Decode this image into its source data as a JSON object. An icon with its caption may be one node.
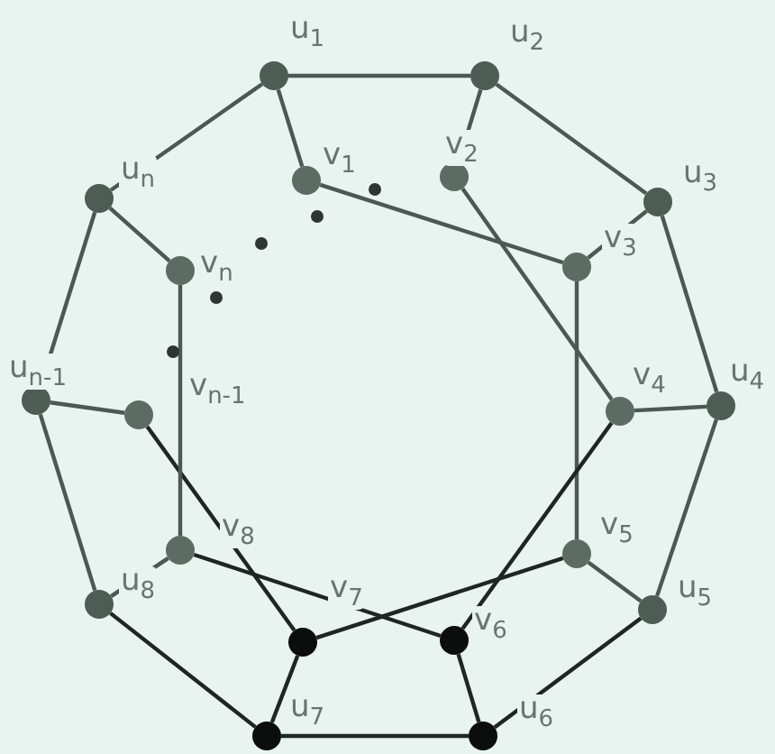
{
  "diagram": {
    "nodes": [
      {
        "text": [],
        "shape": "circle",
        "beside": [
          "u$_{1}$"
        ]
      },
      {
        "text": [],
        "shape": "circle",
        "beside": [
          "u$_{2}$"
        ]
      },
      {
        "text": [],
        "shape": "circle",
        "beside": [
          "u$_{3}$"
        ]
      },
      {
        "text": [],
        "shape": "circle",
        "beside": [
          "u$_{4}$"
        ]
      },
      {
        "text": [],
        "shape": "circle",
        "beside": [
          "u$_{5}$"
        ]
      },
      {
        "text": [],
        "shape": "circle",
        "beside": [
          "u$_{6}$"
        ]
      },
      {
        "text": [],
        "shape": "circle",
        "beside": [
          "u$_{7}$"
        ]
      },
      {
        "text": [],
        "shape": "circle",
        "beside": [
          "u$_{8}$"
        ]
      },
      {
        "text": [],
        "shape": "circle",
        "beside": [
          "u$_{n-1}$"
        ]
      },
      {
        "text": [],
        "shape": "circle",
        "beside": [
          "u$_{n}$"
        ]
      },
      {
        "text": [],
        "shape": "circle",
        "beside": [
          "v$_{1}$"
        ]
      },
      {
        "text": [],
        "shape": "circle",
        "beside": [
          "v$_{2}$"
        ]
      },
      {
        "text": [],
        "shape": "circle",
        "beside": [
          "v$_{3}$"
        ]
      },
      {
        "text": [],
        "shape": "circle",
        "beside": [
          "v$_{4}$"
        ]
      },
      {
        "text": [],
        "shape": "circle",
        "beside": [
          "v$_{5}$"
        ]
      },
      {
        "text": [],
        "shape": "circle",
        "beside": [
          "v$_{6}$"
        ]
      },
      {
        "text": [],
        "shape": "circle",
        "beside": [
          "v$_{7}$"
        ]
      },
      {
        "text": [],
        "shape": "circle",
        "beside": [
          "v$_{8}$"
        ]
      },
      {
        "text": [],
        "shape": "circle",
        "beside": [
          "v$_{n-1}$"
        ]
      },
      {
        "text": [],
        "shape": "circle",
        "beside": [
          "v$_{n}$"
        ]
      }
    ],
    "edges": [
      {
        "from": 0,
        "to": 1,
        "arrow": "none"
      },
      {
        "from": 1,
        "to": 2,
        "arrow": "none"
      },
      {
        "from": 2,
        "to": 3,
        "arrow": "none"
      },
      {
        "from": 3,
        "to": 4,
        "arrow": "none"
      },
      {
        "from": 4,
        "to": 5,
        "arrow": "none"
      },
      {
        "from": 5,
        "to": 6,
        "arrow": "none"
      },
      {
        "from": 6,
        "to": 7,
        "arrow": "none"
      },
      {
        "from": 7,
        "to": 8,
        "arrow": "none"
      },
      {
        "from": 8,
        "to": 9,
        "arrow": "none"
      },
      {
        "from": 9,
        "to": 0,
        "arrow": "none"
      },
      {
        "from": 0,
        "to": 10,
        "arrow": "none"
      },
      {
        "from": 1,
        "to": 11,
        "arrow": "none"
      },
      {
        "from": 2,
        "to": 12,
        "arrow": "none"
      },
      {
        "from": 3,
        "to": 13,
        "arrow": "none"
      },
      {
        "from": 4,
        "to": 14,
        "arrow": "none"
      },
      {
        "from": 5,
        "to": 15,
        "arrow": "none"
      },
      {
        "from": 6,
        "to": 16,
        "arrow": "none"
      },
      {
        "from": 7,
        "to": 17,
        "arrow": "none"
      },
      {
        "from": 8,
        "to": 18,
        "arrow": "none"
      },
      {
        "from": 9,
        "to": 19,
        "arrow": "none"
      },
      {
        "from": 10,
        "to": 12,
        "arrow": "none"
      },
      {
        "from": 11,
        "to": 13,
        "arrow": "none"
      },
      {
        "from": 12,
        "to": 14,
        "arrow": "none"
      },
      {
        "from": 13,
        "to": 15,
        "arrow": "none"
      },
      {
        "from": 14,
        "to": 16,
        "arrow": "none"
      },
      {
        "from": 15,
        "to": 17,
        "arrow": "none"
      },
      {
        "from": 18,
        "to": 16,
        "arrow": "none"
      },
      {
        "from": 19,
        "to": 17,
        "arrow": "none"
      }
    ]
  }
}
